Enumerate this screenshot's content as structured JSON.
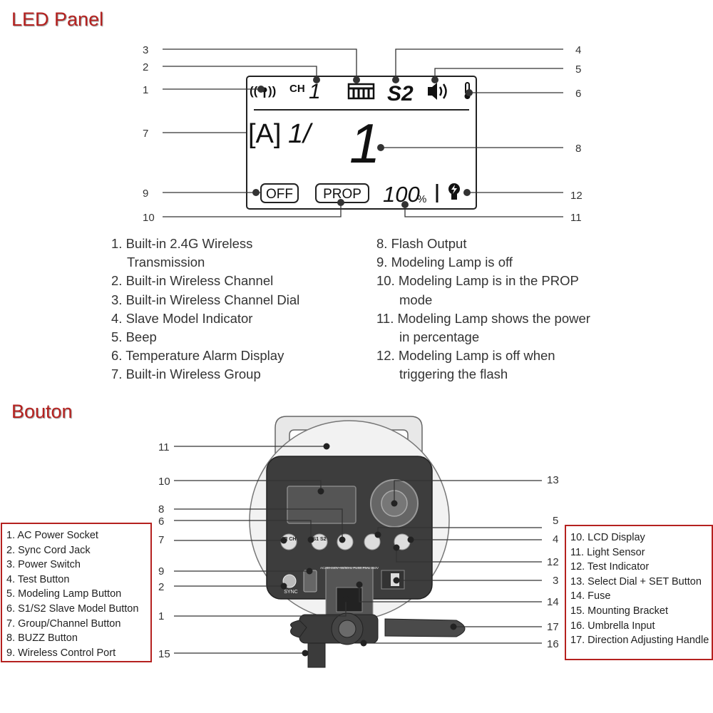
{
  "led_section": {
    "title": "LED Panel",
    "lcd": {
      "ch_label": "CH",
      "ch_value": "1",
      "slave_mode": "S2",
      "group": "[A]",
      "fraction": "1/",
      "flash_output": "1",
      "off_label": "OFF",
      "prop_label": "PROP",
      "percent_value": "100",
      "percent_sign": "%"
    },
    "callout_numbers": [
      "1",
      "2",
      "3",
      "4",
      "5",
      "6",
      "7",
      "8",
      "9",
      "10",
      "11",
      "12"
    ],
    "legend_left": [
      "1. Built-in 2.4G Wireless",
      "Transmission",
      "2. Built-in Wireless Channel",
      "3. Built-in Wireless Channel Dial",
      "4. Slave Model Indicator",
      "5. Beep",
      "6. Temperature Alarm Display",
      "7. Built-in Wireless Group"
    ],
    "legend_right": [
      "8.  Flash Output",
      "9.  Modeling Lamp is off",
      "10. Modeling Lamp is in the PROP",
      "mode",
      "11. Modeling Lamp shows the power",
      "in percentage",
      "12. Modeling Lamp is off when",
      "triggering the flash"
    ]
  },
  "bouton_section": {
    "title": "Bouton",
    "device_labels": {
      "jr_ch": "JR CH",
      "s1_s2": "S1 S2",
      "sync": "SYNC",
      "rating": "AC200-240V~50/60Hz FUSE:F5AL 250V"
    },
    "callout_numbers": [
      "11",
      "10",
      "13",
      "8",
      "6",
      "5",
      "7",
      "4",
      "12",
      "9",
      "3",
      "2",
      "14",
      "1",
      "17",
      "16",
      "15"
    ],
    "left_box": [
      "1. AC Power Socket",
      "2. Sync Cord Jack",
      "3. Power Switch",
      "4. Test Button",
      "5. Modeling Lamp Button",
      "6. S1/S2 Slave Model Button",
      "7. Group/Channel Button",
      "8. BUZZ Button",
      "9. Wireless Control Port"
    ],
    "right_box": [
      "10. LCD Display",
      "11. Light Sensor",
      "12. Test Indicator",
      "13. Select Dial + SET Button",
      "14. Fuse",
      "15. Mounting Bracket",
      "16. Umbrella Input",
      "17. Direction Adjusting Handle"
    ]
  }
}
